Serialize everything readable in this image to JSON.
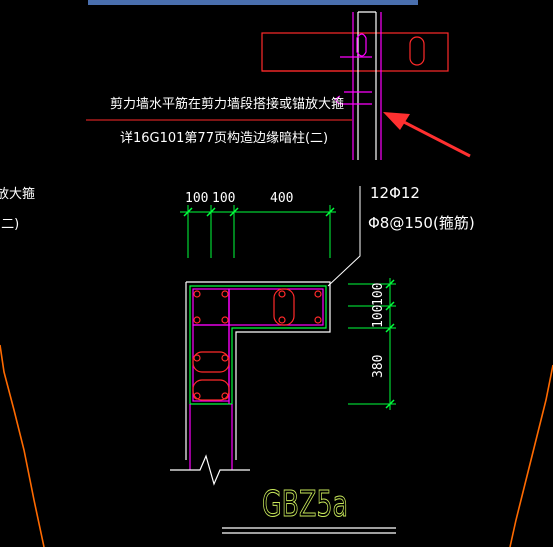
{
  "note": {
    "line1": "剪力墙水平筋在剪力墙段搭接或锚放大箍",
    "line2": "详16G101第77页构造边缘暗柱(二)"
  },
  "left_fragment": {
    "line1": "放大箍",
    "line2": "(二)"
  },
  "dimensions": {
    "top": [
      "100",
      "100",
      "400"
    ],
    "right": [
      "100",
      "100",
      "380"
    ]
  },
  "rebar": {
    "longitudinal": "12Φ12",
    "stirrup": "Φ8@150(箍筋)"
  },
  "column_label": "GBZ5a",
  "colors": {
    "background": "#000000",
    "outline": "#ffffff",
    "stirrup_green": "#00ff3c",
    "rebar_magenta": "#ff00ff",
    "red": "#ff2a2a",
    "orange": "#ff6a00",
    "label_yellow_green": "#c8e85a",
    "arrow": "#ff3030",
    "top_bar": "#4a6fae"
  }
}
